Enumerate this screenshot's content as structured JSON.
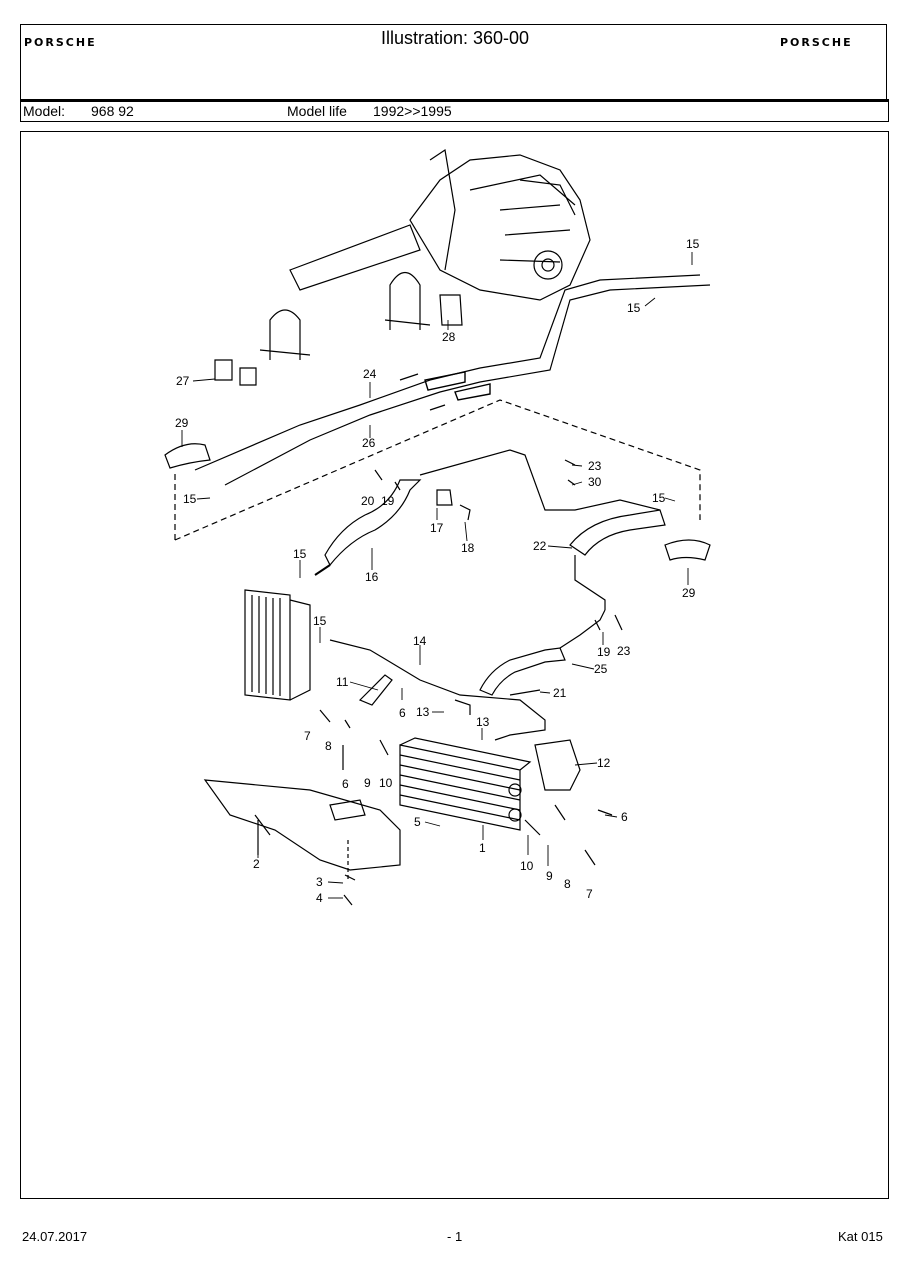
{
  "header": {
    "brand_left": "PORSCHE",
    "brand_right": "PORSCHE",
    "title": "Illustration: 360-00"
  },
  "model": {
    "model_label": "Model:",
    "model_value": "968 92",
    "life_label": "Model life",
    "life_value": "1992>>1995"
  },
  "diagram": {
    "labels": [
      "15",
      "15",
      "27",
      "28",
      "24",
      "29",
      "26",
      "15",
      "20",
      "19",
      "23",
      "30",
      "15",
      "17",
      "18",
      "22",
      "15",
      "16",
      "29",
      "15",
      "14",
      "19",
      "23",
      "25",
      "11",
      "6",
      "21",
      "7",
      "8",
      "13",
      "13",
      "6",
      "9",
      "10",
      "12",
      "6",
      "5",
      "1",
      "2",
      "3",
      "4",
      "10",
      "9",
      "8",
      "7"
    ]
  },
  "footer": {
    "date": "24.07.2017",
    "page": "- 1",
    "catalog": "Kat 015"
  }
}
